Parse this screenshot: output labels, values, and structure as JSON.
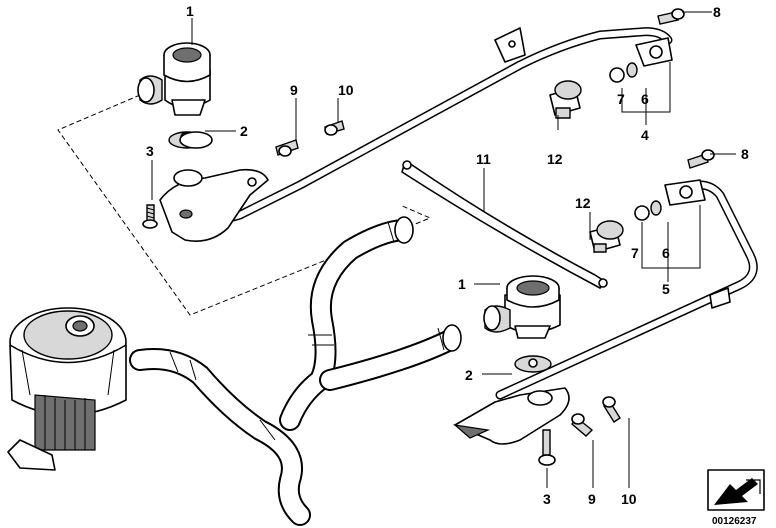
{
  "callouts": {
    "c1_top": "1",
    "c2_top": "2",
    "c3_top": "3",
    "c9_top": "9",
    "c10_top": "10",
    "c12_top": "12",
    "c7_top": "7",
    "c6_top": "6",
    "c4": "4",
    "c8_top": "8",
    "c8_mid": "8",
    "c11": "11",
    "c12_mid": "12",
    "c7_mid": "7",
    "c6_mid": "6",
    "c5": "5",
    "c1_low": "1",
    "c2_low": "2",
    "c3_low": "3",
    "c9_low": "9",
    "c10_low": "10"
  },
  "document_number": "00126237",
  "icons": {
    "logo": "bmw-parts-arrow-icon"
  }
}
